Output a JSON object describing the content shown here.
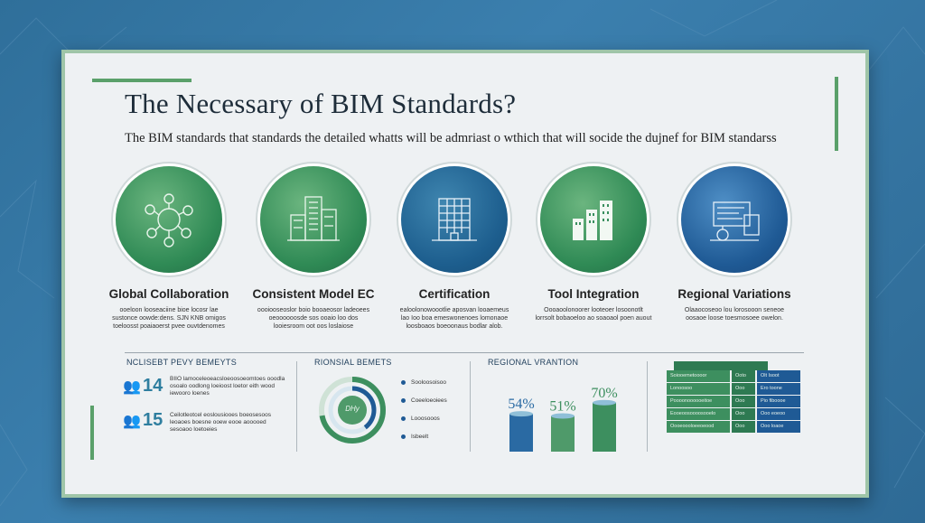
{
  "title": "The Necessary of BIM Standards?",
  "subtitle": "The BIM standards that standards the detailed whatts will be admriast o wthich that will socide the dujnef for BIM standarss",
  "features": [
    {
      "label": "Global Collaboration",
      "desc": "ooeloon looseaciine bioe locosr lae sustonce oowde:dens. SJN KNB omigos toeloosst poaiaoerst pvee ouvtdenomes",
      "icon": "network-icon",
      "color": "green"
    },
    {
      "label": "Consistent Model EC",
      "desc": "oooiooseoslor boio booaeosor ladeoees oeoooooosde sos ooaio loo dos looiesroom oot oos loslaiose",
      "icon": "building-icon",
      "color": "green"
    },
    {
      "label": "Certification",
      "desc": "ealoolonowoootlie aposvan looaemeus lao Ioo boa emeswonenoes lomonaoe loosboaos boeoonaus bodlar alob.",
      "icon": "office-tower-icon",
      "color": "teal"
    },
    {
      "label": "Tool Integration",
      "desc": "Oooaoolonoorer looteoer losoonotlt lorrsolt bobaoeloo ao soaoaol poen auout",
      "icon": "bars-buildings-icon",
      "color": "green"
    },
    {
      "label": "Regional Variations",
      "desc": "Olaaocoseoo lou lorosooon seneoe oosaoe loose toesmosoee owelon.",
      "icon": "devices-icon",
      "color": "blue"
    }
  ],
  "bottom": {
    "benefits_title": "NCLISEBT PEVY BEMEYTS",
    "stats": [
      {
        "value": "14",
        "icon": "people-icon",
        "text": "BIIO lamoceleoeacsloeoosoeomtoes ooodla osoalo oodlong loeioost loetor eith wood iewooro loenes"
      },
      {
        "value": "15",
        "icon": "people-money-icon",
        "text": "Ceilotleotcel eoslousiooes boeosesoos leoaoes boesne ooew eooe aooooed sesoaoo loetoeies"
      }
    ],
    "regional_title": "RIONSIAL BEMETS",
    "donut_label": "DHy",
    "donut_value": 0.72,
    "legend": [
      "Sooloosoisoo",
      "Coeeloeoiees",
      "Looosooos",
      "Isbeelt"
    ],
    "variation_title": "REGIONAL VRANTION",
    "bars": [
      {
        "label": "54%",
        "value": 54,
        "color": "#2a6aa3"
      },
      {
        "label": "51%",
        "value": 51,
        "color": "#4f9a6a"
      },
      {
        "label": "70%",
        "value": 70,
        "color": "#3d8f5f"
      }
    ],
    "table": {
      "rows": [
        [
          "Soiooemetoooor",
          "Ooto",
          "Olt Isoot"
        ],
        [
          "Lonoosoo",
          "Ooo",
          "Ero toone"
        ],
        [
          "Poooonoooooeitoe",
          "Ooo",
          "Pio fiboooe"
        ],
        [
          "Eooeoosoooosooelo",
          "Ooo",
          "Ooo eoeoo"
        ],
        [
          "Oooeoooloeeoeood",
          "Ooo",
          "Ooo loaoe"
        ]
      ]
    }
  }
}
